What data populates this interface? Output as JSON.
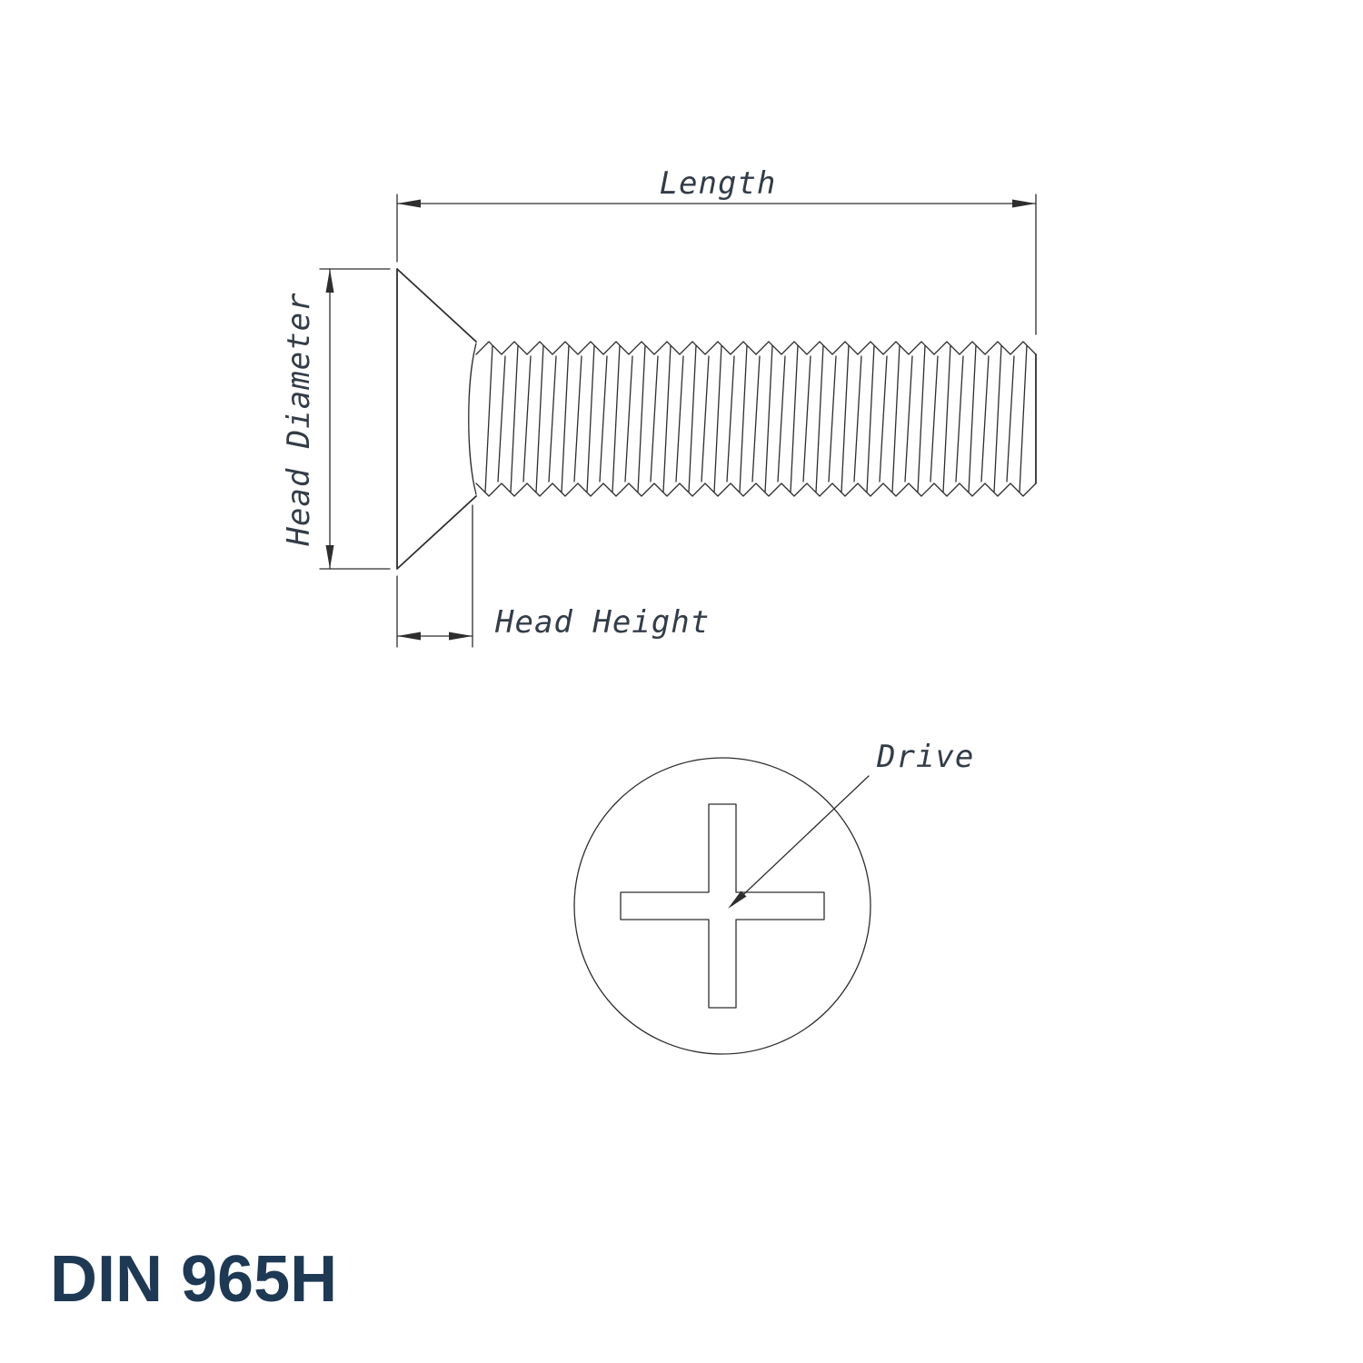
{
  "title": "DIN 965H",
  "labels": {
    "length": "Length",
    "head_diameter": "Head Diameter",
    "head_height": "Head Height",
    "drive": "Drive"
  },
  "colors": {
    "line": "#2e2e2e",
    "text": "#333c47",
    "title": "#1e3954",
    "background": "#ffffff"
  }
}
